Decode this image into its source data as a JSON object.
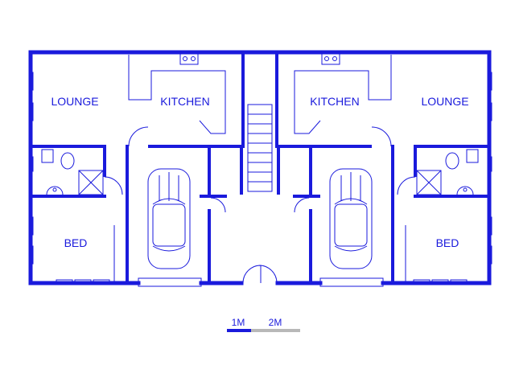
{
  "rooms": {
    "lounge_left": "LOUNGE",
    "kitchen_left": "KITCHEN",
    "kitchen_right": "KITCHEN",
    "lounge_right": "LOUNGE",
    "bed_left": "BED",
    "bed_right": "BED"
  },
  "scale": {
    "one": "1M",
    "two": "2M"
  },
  "colors": {
    "wall": "#1a1adc",
    "scale_grey": "#b8b8b8",
    "background": "#ffffff"
  },
  "icons": [
    "sink-icon",
    "toilet-icon",
    "basin-icon",
    "shower-icon",
    "stairs-icon",
    "car-icon",
    "door-icon",
    "window-icon"
  ]
}
